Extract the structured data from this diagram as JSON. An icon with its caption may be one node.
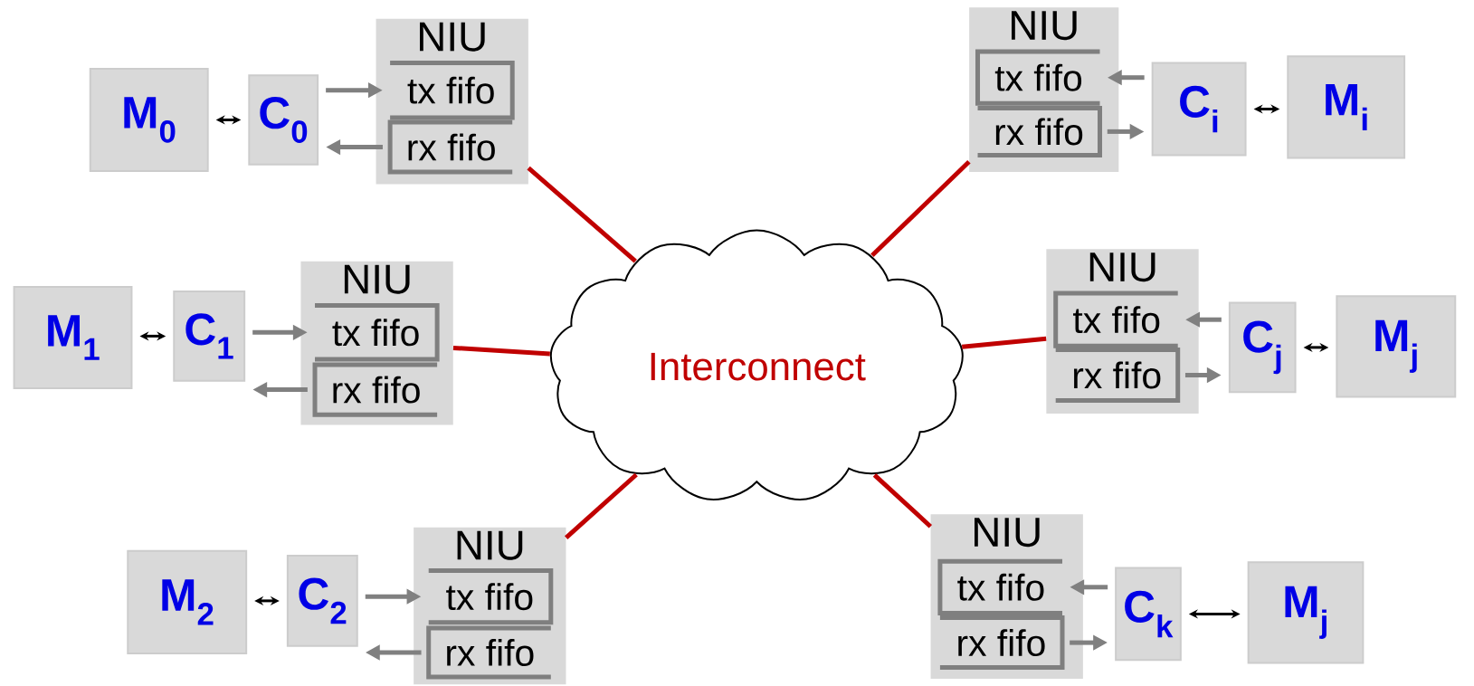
{
  "diagram": {
    "nodes": [
      {
        "text": [
          "M$_{0}$"
        ]
      },
      {
        "text": [
          "C$_{0}$"
        ]
      },
      {
        "text": [
          "NIU"
        ]
      },
      {
        "text": [
          "tx fifo"
        ],
        "in": 2
      },
      {
        "text": [
          "rx fifo"
        ],
        "in": 2
      },
      {
        "text": [
          "NIU"
        ]
      },
      {
        "text": [
          "tx fifo"
        ],
        "in": 5
      },
      {
        "text": [
          "rx fifo"
        ],
        "in": 5
      },
      {
        "text": [
          "C$_{i}$"
        ]
      },
      {
        "text": [
          "M$_{i}$"
        ]
      },
      {
        "text": [
          "M$_{1}$"
        ]
      },
      {
        "text": [
          "C$_{1}$"
        ]
      },
      {
        "text": [
          "NIU"
        ]
      },
      {
        "text": [
          "tx fifo"
        ],
        "in": 12
      },
      {
        "text": [
          "rx fifo"
        ],
        "in": 12
      },
      {
        "text": [
          "Interconnect"
        ]
      },
      {
        "text": [
          "NIU"
        ]
      },
      {
        "text": [
          "tx fifo"
        ],
        "in": 16
      },
      {
        "text": [
          "rx fifo"
        ],
        "in": 16
      },
      {
        "text": [
          "C$_{j}$"
        ]
      },
      {
        "text": [
          "M$_{j}$"
        ]
      },
      {
        "text": [
          "M$_{2}$"
        ]
      },
      {
        "text": [
          "C$_{2}$"
        ]
      },
      {
        "text": [
          "NIU"
        ]
      },
      {
        "text": [
          "tx fifo"
        ],
        "in": 23
      },
      {
        "text": [
          "rx fifo"
        ],
        "in": 23
      },
      {
        "text": [
          "NIU"
        ]
      },
      {
        "text": [
          "tx fifo"
        ],
        "in": 26
      },
      {
        "text": [
          "rx fifo"
        ],
        "in": 26
      },
      {
        "text": [
          "C$_{k}$"
        ]
      },
      {
        "text": [
          "M$_{j}$"
        ]
      }
    ],
    "edges": [
      {
        "from": 0,
        "to": 1,
        "arrow": "both",
        "color": "#000000"
      },
      {
        "from": 1,
        "to": 3,
        "arrow": "to"
      },
      {
        "from": 4,
        "to": 1,
        "arrow": "to"
      },
      {
        "from": 2,
        "to": 15,
        "arrow": "none",
        "color": "#c00000"
      },
      {
        "from": 9,
        "to": 8,
        "arrow": "both",
        "color": "#000000"
      },
      {
        "from": 8,
        "to": 6,
        "arrow": "to"
      },
      {
        "from": 7,
        "to": 8,
        "arrow": "to"
      },
      {
        "from": 5,
        "to": 15,
        "arrow": "none",
        "color": "#c00000"
      },
      {
        "from": 10,
        "to": 11,
        "arrow": "both",
        "color": "#000000"
      },
      {
        "from": 11,
        "to": 13,
        "arrow": "to"
      },
      {
        "from": 14,
        "to": 11,
        "arrow": "to"
      },
      {
        "from": 12,
        "to": 15,
        "arrow": "none",
        "color": "#c00000"
      },
      {
        "from": 20,
        "to": 19,
        "arrow": "both",
        "color": "#000000"
      },
      {
        "from": 19,
        "to": 17,
        "arrow": "to"
      },
      {
        "from": 18,
        "to": 19,
        "arrow": "to"
      },
      {
        "from": 16,
        "to": 15,
        "arrow": "none",
        "color": "#c00000"
      },
      {
        "from": 21,
        "to": 22,
        "arrow": "both",
        "color": "#000000"
      },
      {
        "from": 22,
        "to": 24,
        "arrow": "to"
      },
      {
        "from": 25,
        "to": 22,
        "arrow": "to"
      },
      {
        "from": 23,
        "to": 15,
        "arrow": "none",
        "color": "#c00000"
      },
      {
        "from": 30,
        "to": 29,
        "arrow": "both",
        "color": "#000000"
      },
      {
        "from": 29,
        "to": 27,
        "arrow": "to"
      },
      {
        "from": 28,
        "to": 29,
        "arrow": "to"
      },
      {
        "from": 26,
        "to": 15,
        "arrow": "none",
        "color": "#c00000"
      }
    ]
  }
}
